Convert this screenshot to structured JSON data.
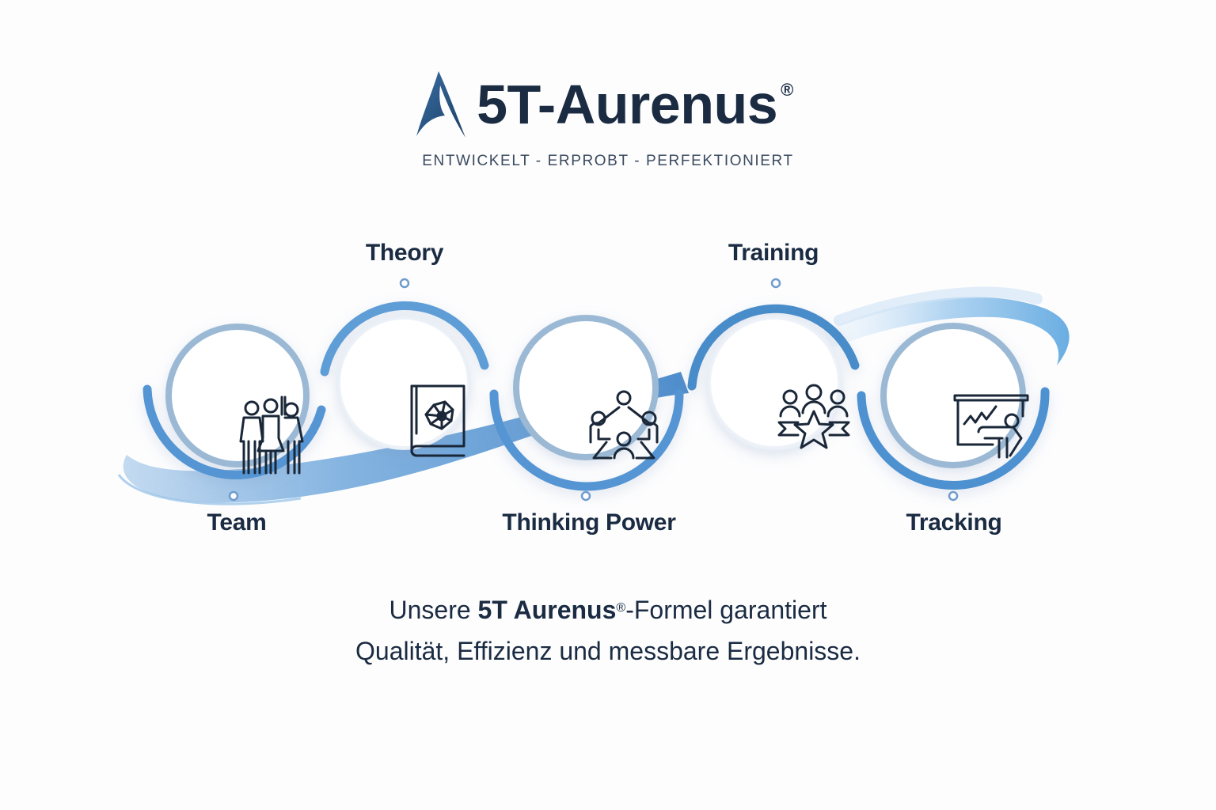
{
  "brand": {
    "title": "5T-Aurenus",
    "registered": "®",
    "tagline": "ENTWICKELT - ERPROBT - PERFEKTIONIERT",
    "colors": {
      "text": "#1a2b42",
      "accent": "#4a8cca",
      "ring": "#9bb9d4",
      "logo": "#2a5a8c"
    }
  },
  "steps": [
    {
      "label": "Team",
      "icon": "team-icon",
      "position": "bottom"
    },
    {
      "label": "Theory",
      "icon": "book-network-icon",
      "position": "top"
    },
    {
      "label": "Thinking Power",
      "icon": "group-collaboration-icon",
      "position": "bottom"
    },
    {
      "label": "Training",
      "icon": "team-star-icon",
      "position": "top"
    },
    {
      "label": "Tracking",
      "icon": "presentation-chart-icon",
      "position": "bottom"
    }
  ],
  "closing": {
    "prefix": "Unsere ",
    "bold": "5T Aurenus",
    "registered": "®",
    "suffix": "-Formel garantiert",
    "line2": "Qualität, Effizienz und messbare Ergebnisse."
  }
}
